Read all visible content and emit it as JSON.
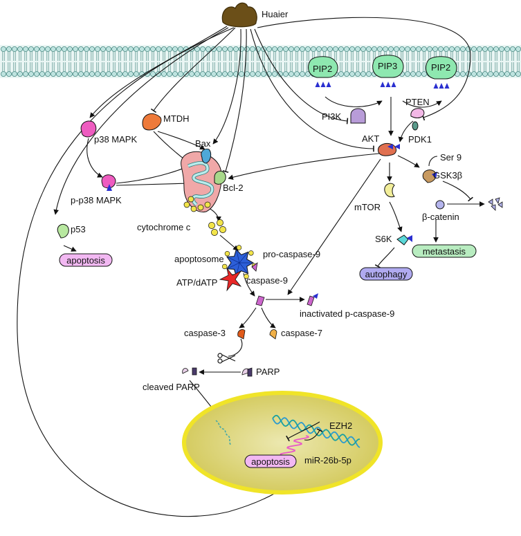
{
  "labels": {
    "huaier": "Huaier",
    "pip2_left": "PIP2",
    "pip3": "PIP3",
    "pip2_right": "PIP2",
    "pi3k": "PI3K",
    "pten": "PTEN",
    "pdk1": "PDK1",
    "akt": "AKT",
    "mtdh": "MTDH",
    "p38": "p38 MAPK",
    "p_p38": "p-p38 MAPK",
    "bax": "Bax",
    "bcl2": "Bcl-2",
    "ser9": "Ser 9",
    "gsk3b": "GSK3β",
    "mtor": "mTOR",
    "beta_catenin": "β-catenin",
    "s6k": "S6K",
    "p53": "p53",
    "cytochrome": "cytochrome c",
    "apoptosome": "apoptosome",
    "procasp9": "pro-caspase-9",
    "atp": "ATP/dATP",
    "casp9": "caspase-9",
    "inactivated": "inactivated p-caspase-9",
    "casp3": "caspase-3",
    "casp7": "caspase-7",
    "parp": "PARP",
    "cleaved_parp": "cleaved PARP",
    "ezh2": "EZH2",
    "mir": "miR-26b-5p"
  },
  "outcomes": {
    "apoptosis_left": "apoptosis",
    "autophagy": "autophagy",
    "metastasis": "metastasis",
    "apoptosis_nucleus": "apoptosis"
  },
  "colors": {
    "membrane": "#bfe4e0",
    "pip": "#8ee8b0",
    "triangle": "#2a2fd0",
    "pi3k": "#b89cd8",
    "pten": "#f2b8e6",
    "akt": "#e07050",
    "mtdh": "#ee7a3a",
    "p38": "#ee5cc0",
    "bax": "#4fa8d8",
    "bcl2": "#a8d88a",
    "mito_outer": "#f0a8a8",
    "mito_inner": "#b8ecec",
    "cyto": "#f2e44a",
    "apoptosome": "#2d5fd8",
    "atp": "#e82828",
    "casp9": "#cc66cc",
    "casp3": "#e05a1a",
    "casp7": "#f0b048",
    "gsk3b": "#c89a60",
    "mtor": "#f2ee9a",
    "s6k": "#5ad8d8",
    "beta_catenin": "#b4b4ec",
    "p53": "#b8e8a0",
    "apoptosis_pill": "#f2b8f2",
    "autophagy_pill": "#b0aaf0",
    "metastasis_pill": "#b8ecc0",
    "nucleus_fill": "#ddd67a",
    "nucleus_ring": "#f0e428",
    "huaier": "#6b4f18",
    "ezh2_dna": "#2a9ad0",
    "mir_rna": "#e858c8"
  }
}
